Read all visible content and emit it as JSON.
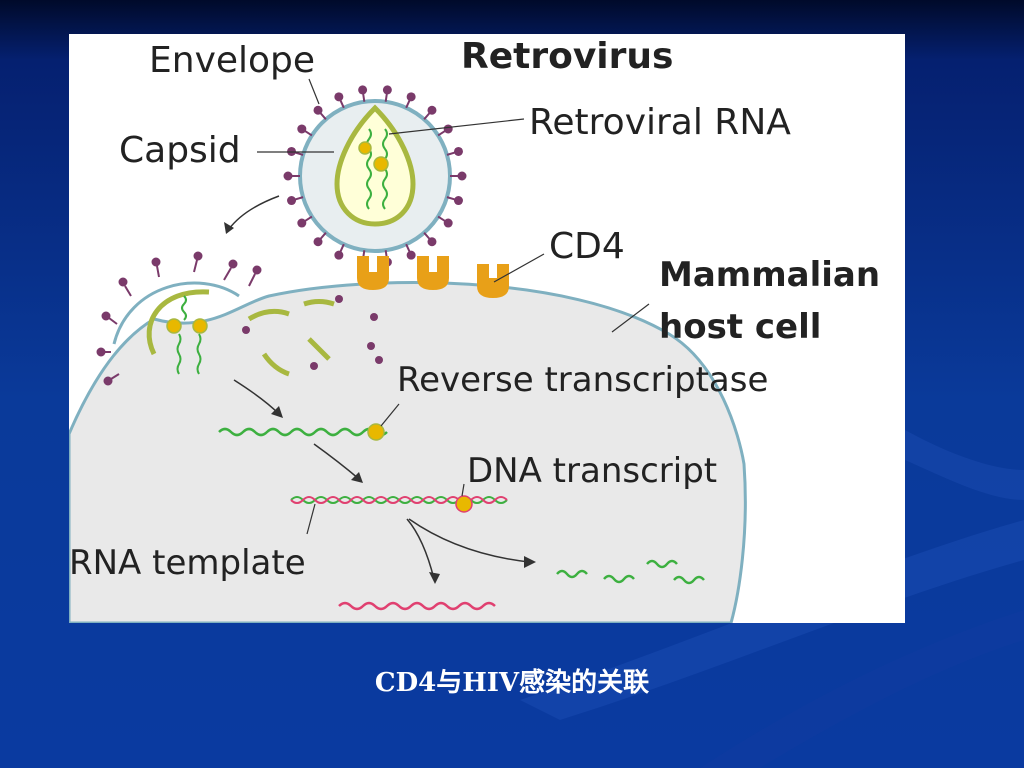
{
  "diagram": {
    "labels": {
      "envelope": "Envelope",
      "retrovirus": "Retrovirus",
      "retroviral_rna": "Retroviral RNA",
      "capsid": "Capsid",
      "cd4": "CD4",
      "host_cell_line1": "Mammalian",
      "host_cell_line2": "host cell",
      "reverse_transcriptase": "Reverse transcriptase",
      "dna_transcript": "DNA transcript",
      "rna_template": "RNA template"
    },
    "colors": {
      "cell_fill": "#e9e9e9",
      "cell_border": "#7fb0c0",
      "envelope_protein": "#7a3a6a",
      "capsid_fill": "#ffffd8",
      "capsid_border": "#8fa030",
      "rna": "#3db040",
      "dna": "#e04070",
      "enzyme": "#e8b800",
      "cd4": "#e8a018"
    }
  },
  "caption": "CD4与HIV感染的关联"
}
